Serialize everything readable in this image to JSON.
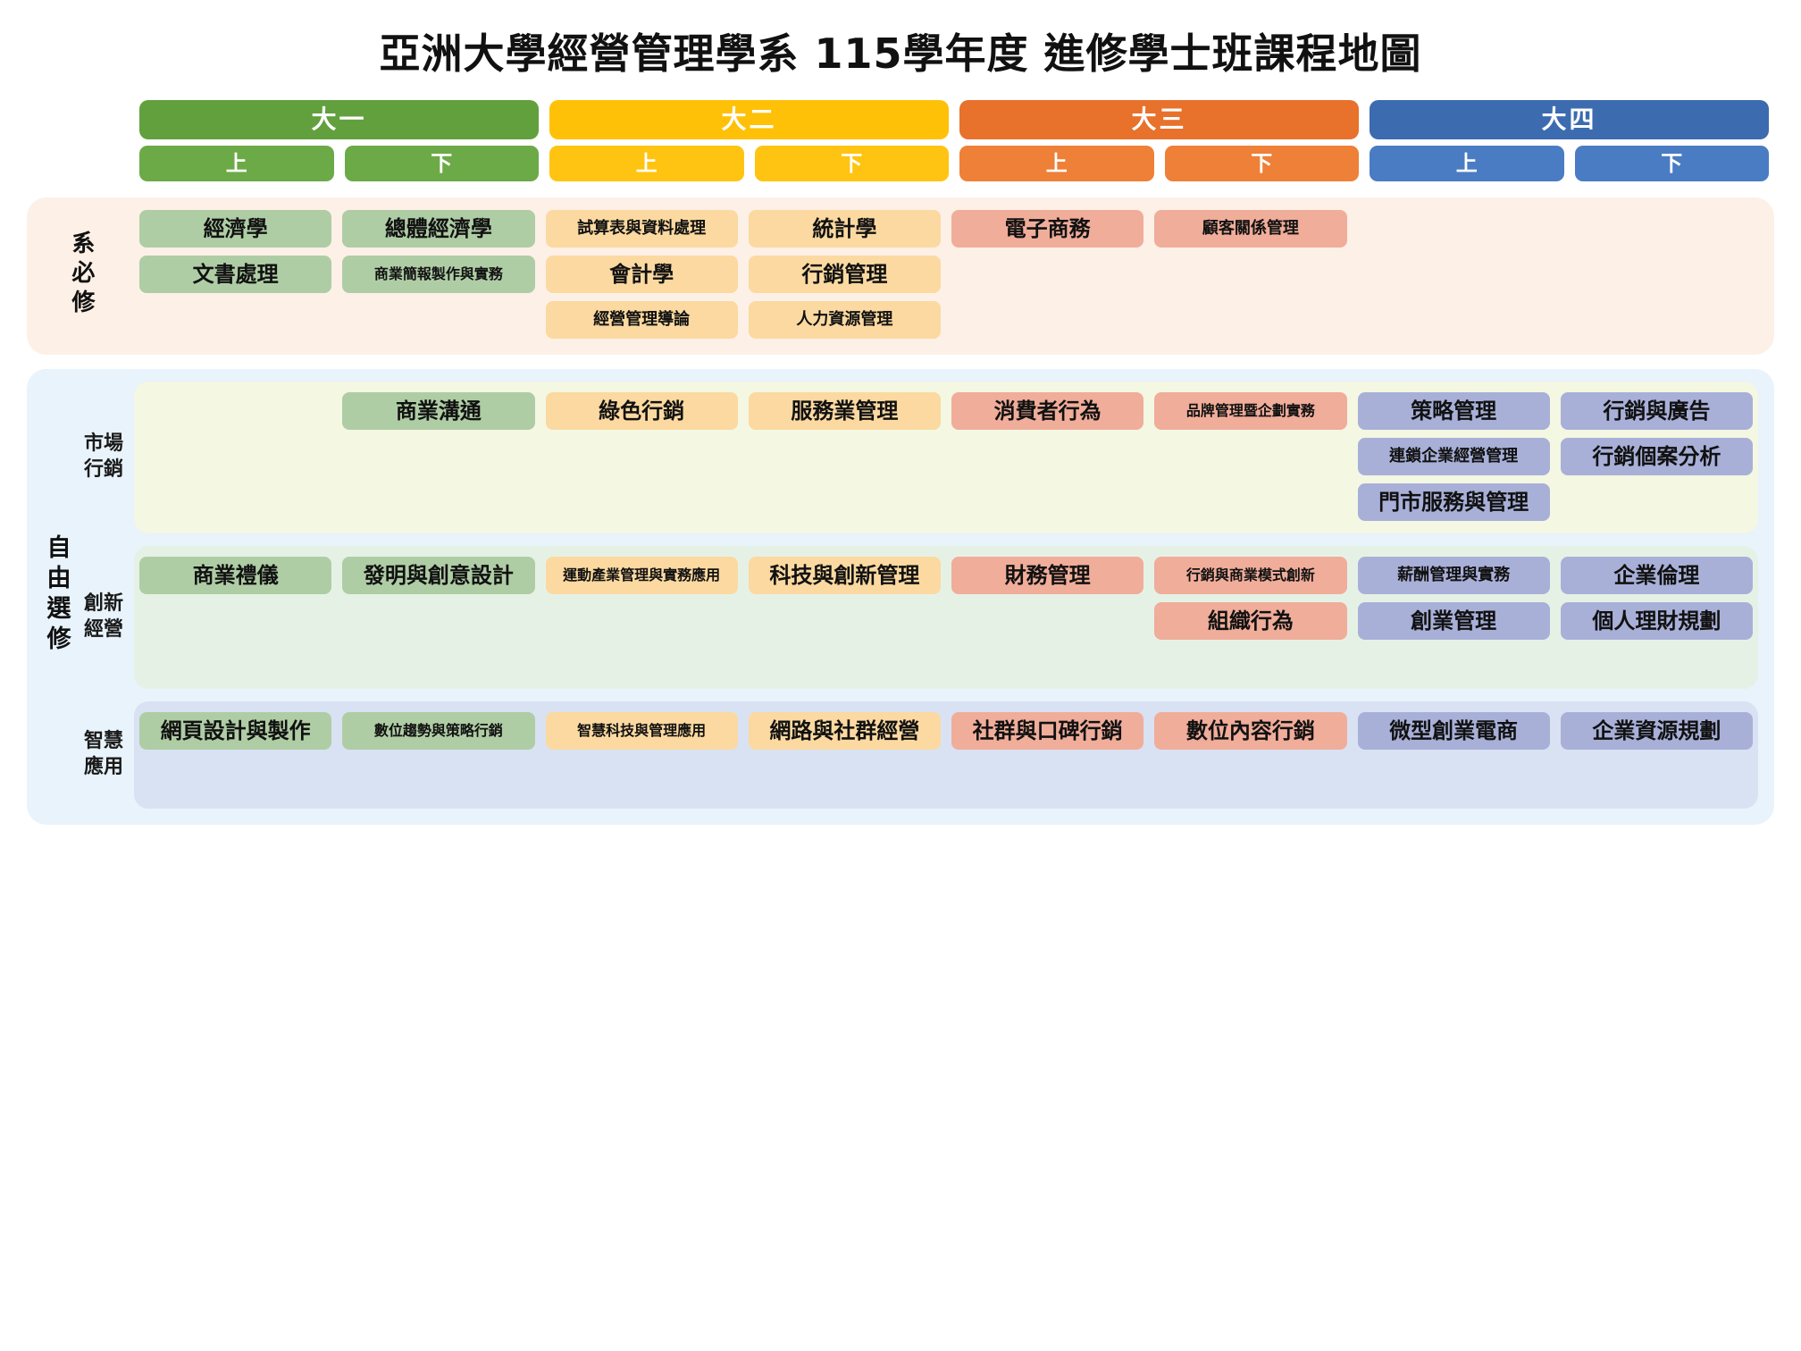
{
  "title": "亞洲大學經營管理學系 115學年度 進修學士班課程地圖",
  "colors": {
    "year1": "#62A03E",
    "year2": "#FFC107",
    "year3": "#E8712B",
    "year4": "#3C6BB0",
    "sem1": "#6CAA47",
    "sem2": "#FFC411",
    "sem3": "#EE8037",
    "sem4": "#4A7CC4",
    "chip_green": "#AFCDA5",
    "chip_yellow": "#FBD9A0",
    "chip_salmon": "#F0AD9A",
    "chip_blue": "#A8B0D8",
    "panel_required_bg": "#FDF0E6",
    "panel_elective_bg": "#E8F3FB",
    "band_marketing_bg": "#F4F7E2",
    "band_innovation_bg": "#E6F1E6",
    "band_smart_bg": "#D9E2F3"
  },
  "years": [
    {
      "label": "大一",
      "color_key": "year1"
    },
    {
      "label": "大二",
      "color_key": "year2"
    },
    {
      "label": "大三",
      "color_key": "year3"
    },
    {
      "label": "大四",
      "color_key": "year4"
    }
  ],
  "semesters": [
    {
      "label": "上",
      "color_key": "sem1"
    },
    {
      "label": "下",
      "color_key": "sem1"
    },
    {
      "label": "上",
      "color_key": "sem2"
    },
    {
      "label": "下",
      "color_key": "sem2"
    },
    {
      "label": "上",
      "color_key": "sem3"
    },
    {
      "label": "下",
      "color_key": "sem3"
    },
    {
      "label": "上",
      "color_key": "sem4"
    },
    {
      "label": "下",
      "color_key": "sem4"
    }
  ],
  "sections": [
    {
      "id": "required",
      "label": "系必修",
      "columns": [
        {
          "courses": [
            {
              "name": "經濟學",
              "tone": "green",
              "size": "md"
            },
            {
              "name": "文書處理",
              "tone": "green",
              "size": "md"
            }
          ]
        },
        {
          "courses": [
            {
              "name": "總體經濟學",
              "tone": "green",
              "size": "md"
            },
            {
              "name": "商業簡報製作與實務",
              "tone": "green",
              "size": "xs"
            }
          ]
        },
        {
          "courses": [
            {
              "name": "試算表與資料處理",
              "tone": "yellow",
              "size": "sm"
            },
            {
              "name": "會計學",
              "tone": "yellow",
              "size": "md"
            },
            {
              "name": "經營管理導論",
              "tone": "yellow",
              "size": "sm"
            }
          ]
        },
        {
          "courses": [
            {
              "name": "統計學",
              "tone": "yellow",
              "size": "md"
            },
            {
              "name": "行銷管理",
              "tone": "yellow",
              "size": "md"
            },
            {
              "name": "人力資源管理",
              "tone": "yellow",
              "size": "sm"
            }
          ]
        },
        {
          "courses": [
            {
              "name": "電子商務",
              "tone": "salmon",
              "size": "md"
            }
          ]
        },
        {
          "courses": [
            {
              "name": "顧客關係管理",
              "tone": "salmon",
              "size": "sm"
            }
          ]
        },
        {
          "courses": []
        },
        {
          "courses": []
        }
      ]
    }
  ],
  "elective": {
    "label": "自由選修",
    "groups": [
      {
        "id": "marketing",
        "label": "市場行銷",
        "band_key": "band_marketing_bg",
        "columns": [
          {
            "courses": []
          },
          {
            "courses": [
              {
                "name": "商業溝通",
                "tone": "green",
                "size": "md"
              }
            ]
          },
          {
            "courses": [
              {
                "name": "綠色行銷",
                "tone": "yellow",
                "size": "md"
              }
            ]
          },
          {
            "courses": [
              {
                "name": "服務業管理",
                "tone": "yellow",
                "size": "md"
              }
            ]
          },
          {
            "courses": [
              {
                "name": "消費者行為",
                "tone": "salmon",
                "size": "md"
              }
            ]
          },
          {
            "courses": [
              {
                "name": "品牌管理暨企劃實務",
                "tone": "salmon",
                "size": "xs"
              }
            ]
          },
          {
            "courses": [
              {
                "name": "策略管理",
                "tone": "blue",
                "size": "md"
              },
              {
                "name": "連鎖企業經營管理",
                "tone": "blue",
                "size": "sm"
              },
              {
                "name": "門市服務與管理",
                "tone": "blue",
                "size": "md"
              }
            ]
          },
          {
            "courses": [
              {
                "name": "行銷與廣告",
                "tone": "blue",
                "size": "md"
              },
              {
                "name": "行銷個案分析",
                "tone": "blue",
                "size": "md"
              }
            ]
          }
        ]
      },
      {
        "id": "innovation",
        "label": "創新經營",
        "band_key": "band_innovation_bg",
        "columns": [
          {
            "courses": [
              {
                "name": "商業禮儀",
                "tone": "green",
                "size": "md"
              }
            ]
          },
          {
            "courses": [
              {
                "name": "發明與創意設計",
                "tone": "green",
                "size": "md"
              }
            ]
          },
          {
            "courses": [
              {
                "name": "運動產業管理與實務應用",
                "tone": "yellow",
                "size": "xs"
              }
            ]
          },
          {
            "courses": [
              {
                "name": "科技與創新管理",
                "tone": "yellow",
                "size": "md"
              }
            ]
          },
          {
            "courses": [
              {
                "name": "財務管理",
                "tone": "salmon",
                "size": "md"
              }
            ]
          },
          {
            "courses": [
              {
                "name": "行銷與商業模式創新",
                "tone": "salmon",
                "size": "xs"
              },
              {
                "name": "組織行為",
                "tone": "salmon",
                "size": "md"
              }
            ]
          },
          {
            "courses": [
              {
                "name": "薪酬管理與實務",
                "tone": "blue",
                "size": "sm"
              },
              {
                "name": "創業管理",
                "tone": "blue",
                "size": "md"
              }
            ]
          },
          {
            "courses": [
              {
                "name": "企業倫理",
                "tone": "blue",
                "size": "md"
              },
              {
                "name": "個人理財規劃",
                "tone": "blue",
                "size": "md"
              }
            ]
          }
        ]
      },
      {
        "id": "smart",
        "label": "智慧應用",
        "band_key": "band_smart_bg",
        "columns": [
          {
            "courses": [
              {
                "name": "網頁設計與製作",
                "tone": "green",
                "size": "md"
              }
            ]
          },
          {
            "courses": [
              {
                "name": "數位趨勢與策略行銷",
                "tone": "green",
                "size": "xs"
              }
            ]
          },
          {
            "courses": [
              {
                "name": "智慧科技與管理應用",
                "tone": "yellow",
                "size": "xs"
              }
            ]
          },
          {
            "courses": [
              {
                "name": "網路與社群經營",
                "tone": "yellow",
                "size": "md"
              }
            ]
          },
          {
            "courses": [
              {
                "name": "社群與口碑行銷",
                "tone": "salmon",
                "size": "md"
              }
            ]
          },
          {
            "courses": [
              {
                "name": "數位內容行銷",
                "tone": "salmon",
                "size": "md"
              }
            ]
          },
          {
            "courses": [
              {
                "name": "微型創業電商",
                "tone": "blue",
                "size": "md"
              }
            ]
          },
          {
            "courses": [
              {
                "name": "企業資源規劃",
                "tone": "blue",
                "size": "md"
              }
            ]
          }
        ]
      }
    ]
  }
}
